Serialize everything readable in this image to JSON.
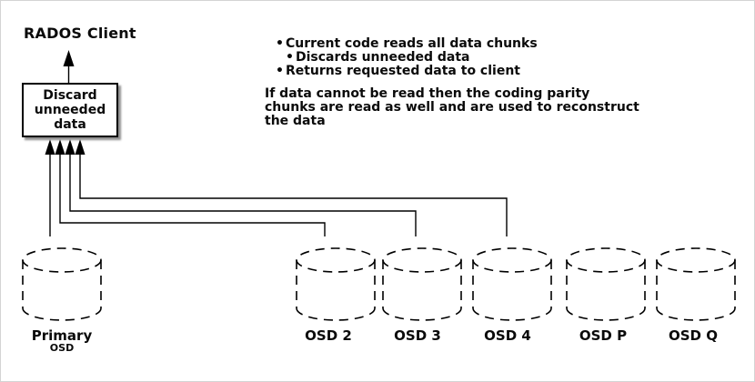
{
  "title": "RADOS Client",
  "box": {
    "lines": [
      "Discard",
      "unneeded",
      "data"
    ]
  },
  "bullets": {
    "glyph": "•",
    "items": [
      {
        "text": "Current code reads all data chunks",
        "indent": 0
      },
      {
        "text": "Discards unneeded data",
        "indent": 1
      },
      {
        "text": "Returns requested data to client",
        "indent": 0
      }
    ]
  },
  "paragraph": {
    "lines": [
      "If data cannot be read then the coding parity",
      "chunks are read as well and are used to reconstruct",
      "the data"
    ]
  },
  "osds": [
    {
      "label": "Primary",
      "sublabel": "OSD"
    },
    {
      "label": "OSD 2"
    },
    {
      "label": "OSD 3"
    },
    {
      "label": "OSD 4"
    },
    {
      "label": "OSD P"
    },
    {
      "label": "OSD Q"
    }
  ],
  "colors": {
    "ink": "#000000",
    "box_shadow": "#8f8f8f",
    "background": "#ffffff"
  }
}
